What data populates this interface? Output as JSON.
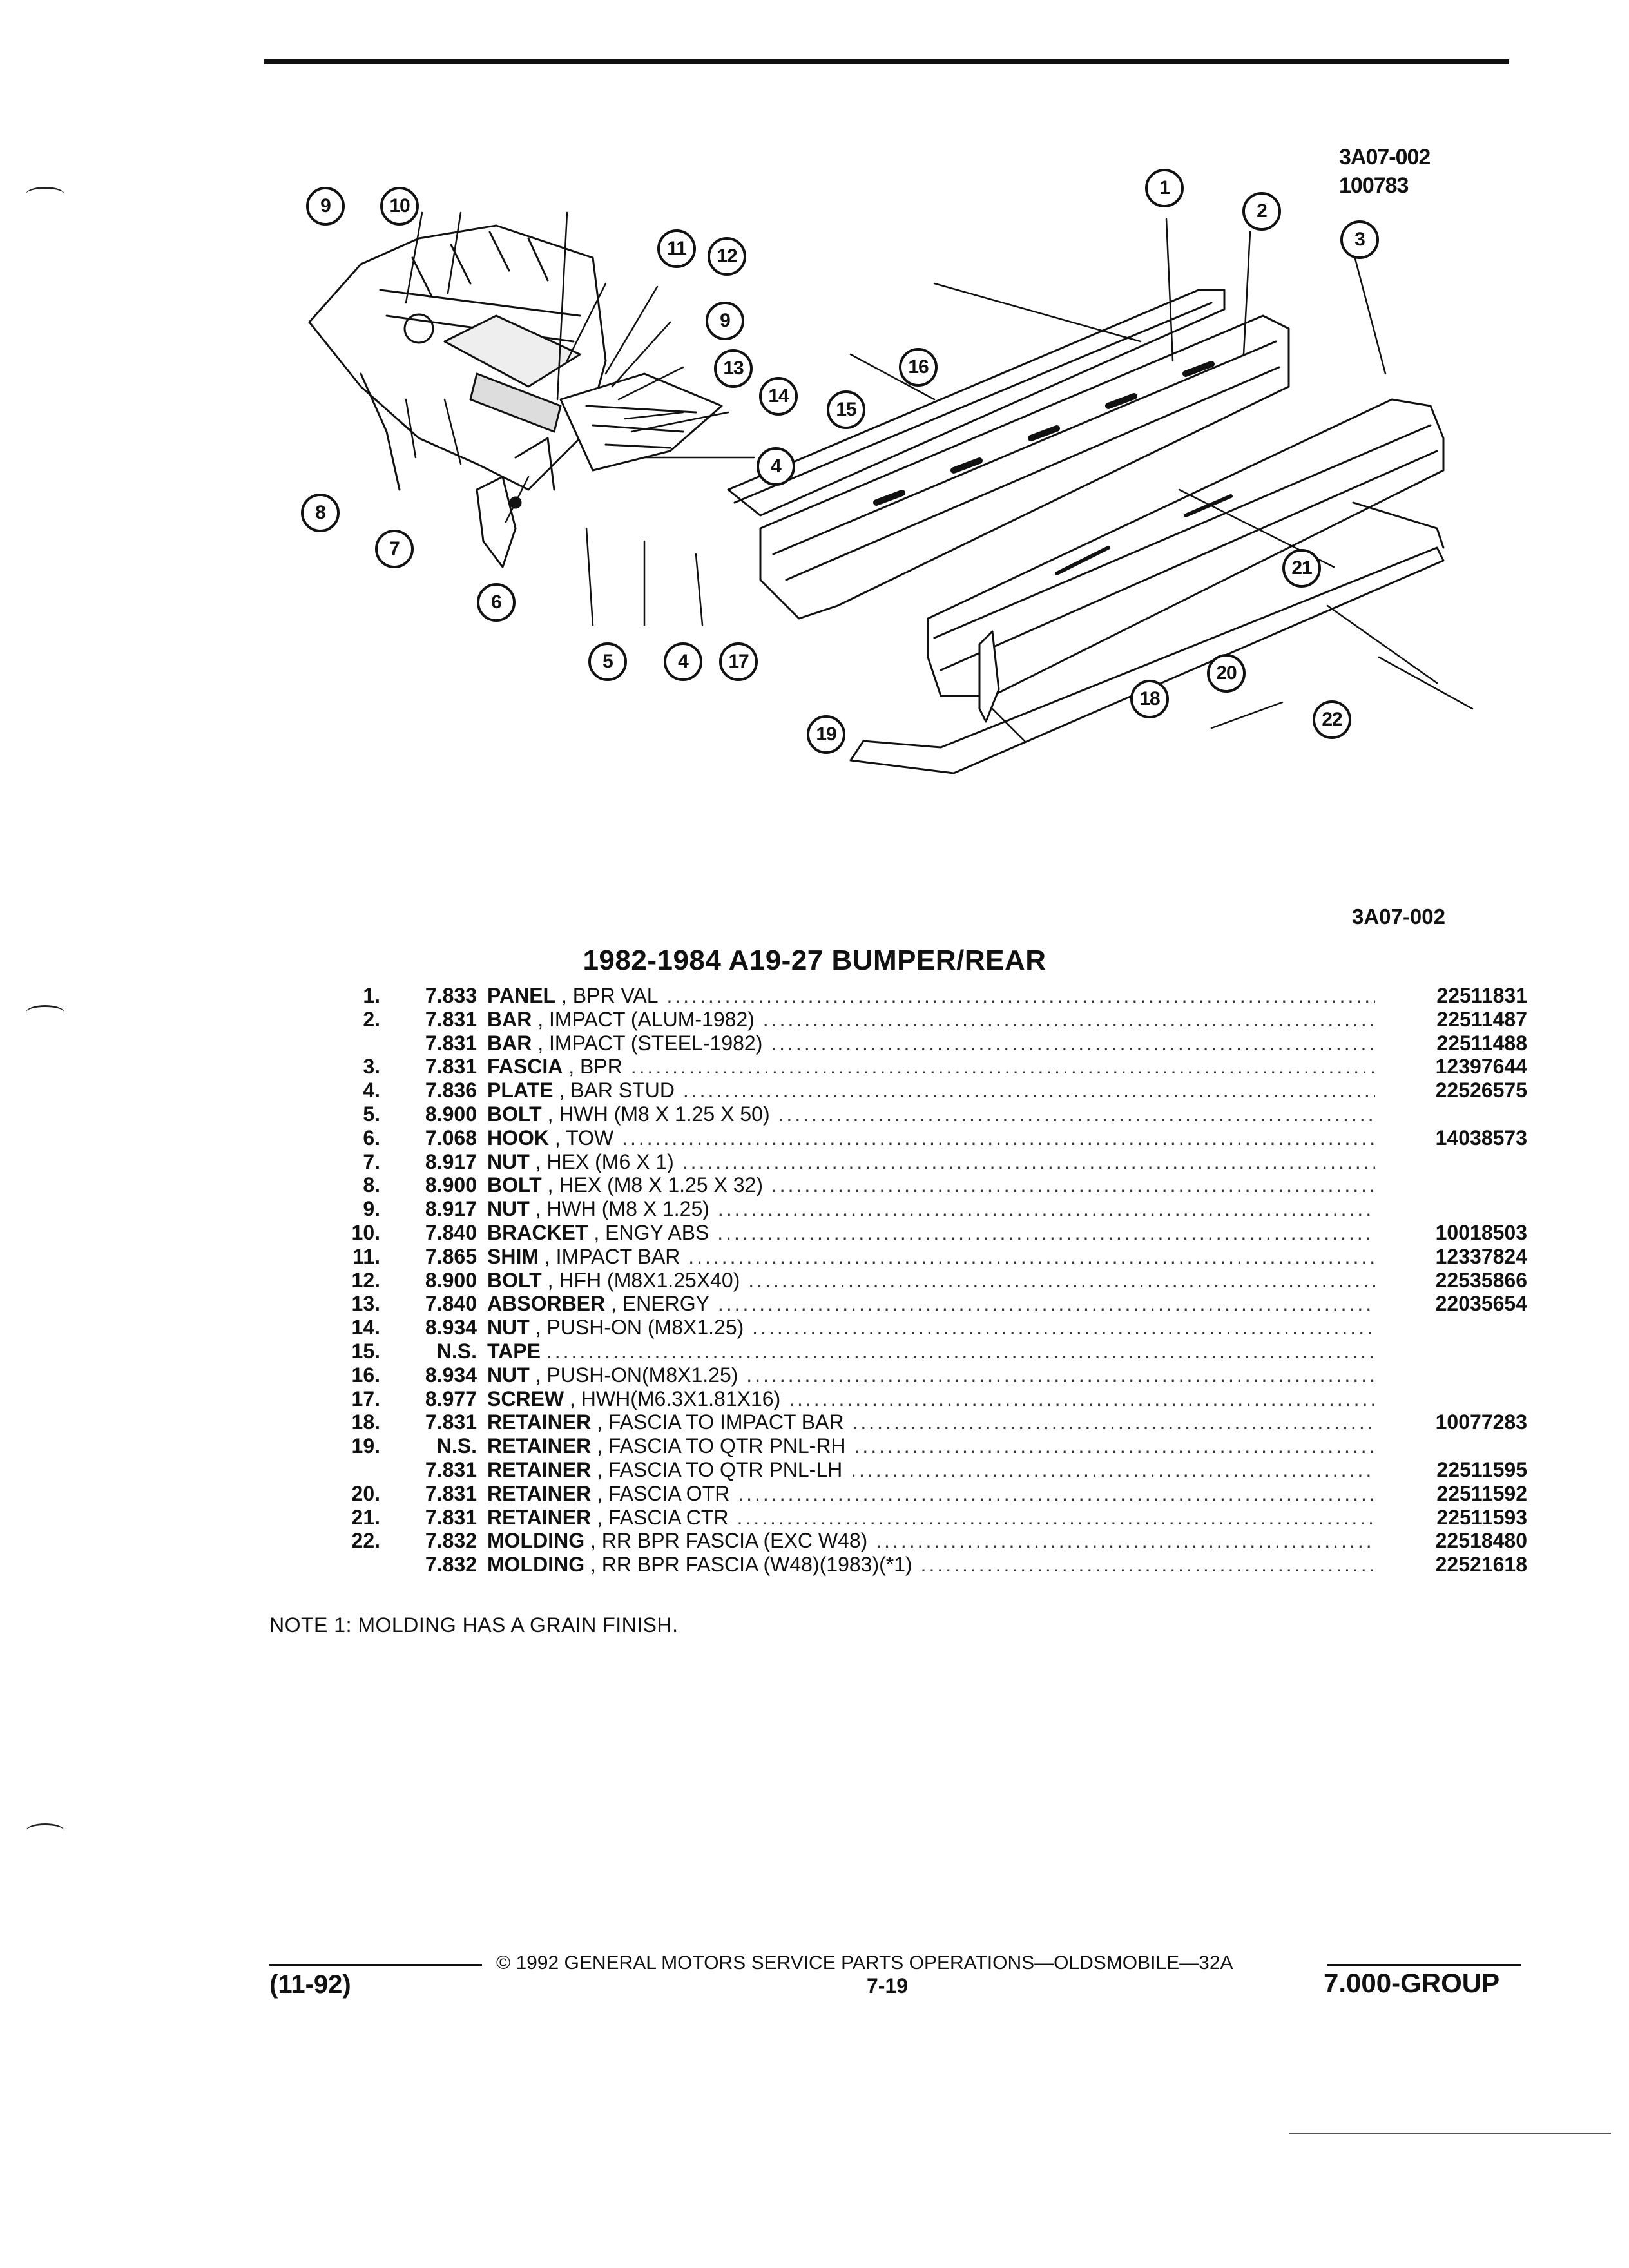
{
  "ref_top": [
    "3A07-002",
    "100783"
  ],
  "ref_bottom": "3A07-002",
  "callouts": [
    "1",
    "2",
    "3",
    "4",
    "4",
    "5",
    "6",
    "7",
    "8",
    "9",
    "9",
    "10",
    "11",
    "12",
    "13",
    "14",
    "15",
    "16",
    "17",
    "18",
    "19",
    "20",
    "21",
    "22"
  ],
  "title": "1982-1984 A19-27 BUMPER/REAR",
  "parts": [
    {
      "num": "1.",
      "grp": "7.833",
      "name": "PANEL",
      "desc": ", BPR VAL",
      "pn": "22511831"
    },
    {
      "num": "2.",
      "grp": "7.831",
      "name": "BAR",
      "desc": ", IMPACT (ALUM-1982)",
      "pn": "22511487"
    },
    {
      "num": "",
      "grp": "7.831",
      "name": "BAR",
      "desc": ", IMPACT (STEEL-1982)",
      "pn": "22511488"
    },
    {
      "num": "3.",
      "grp": "7.831",
      "name": "FASCIA",
      "desc": ", BPR",
      "pn": "12397644"
    },
    {
      "num": "4.",
      "grp": "7.836",
      "name": "PLATE",
      "desc": ", BAR STUD",
      "pn": "22526575"
    },
    {
      "num": "5.",
      "grp": "8.900",
      "name": "BOLT",
      "desc": ", HWH (M8 X 1.25 X 50)",
      "pn": ""
    },
    {
      "num": "6.",
      "grp": "7.068",
      "name": "HOOK",
      "desc": ", TOW",
      "pn": "14038573"
    },
    {
      "num": "7.",
      "grp": "8.917",
      "name": "NUT",
      "desc": ", HEX (M6 X 1)",
      "pn": ""
    },
    {
      "num": "8.",
      "grp": "8.900",
      "name": "BOLT",
      "desc": ", HEX (M8 X 1.25 X 32)",
      "pn": ""
    },
    {
      "num": "9.",
      "grp": "8.917",
      "name": "NUT",
      "desc": ", HWH (M8 X 1.25)",
      "pn": ""
    },
    {
      "num": "10.",
      "grp": "7.840",
      "name": "BRACKET",
      "desc": ", ENGY ABS",
      "pn": "10018503"
    },
    {
      "num": "11.",
      "grp": "7.865",
      "name": "SHIM",
      "desc": ", IMPACT BAR",
      "pn": "12337824"
    },
    {
      "num": "12.",
      "grp": "8.900",
      "name": "BOLT",
      "desc": ", HFH (M8X1.25X40)",
      "pn": "22535866"
    },
    {
      "num": "13.",
      "grp": "7.840",
      "name": "ABSORBER",
      "desc": ", ENERGY",
      "pn": "22035654"
    },
    {
      "num": "14.",
      "grp": "8.934",
      "name": "NUT",
      "desc": ", PUSH-ON (M8X1.25)",
      "pn": ""
    },
    {
      "num": "15.",
      "grp": "N.S.",
      "name": "TAPE",
      "desc": "",
      "pn": ""
    },
    {
      "num": "16.",
      "grp": "8.934",
      "name": "NUT",
      "desc": ", PUSH-ON(M8X1.25)",
      "pn": ""
    },
    {
      "num": "17.",
      "grp": "8.977",
      "name": "SCREW",
      "desc": ", HWH(M6.3X1.81X16)",
      "pn": ""
    },
    {
      "num": "18.",
      "grp": "7.831",
      "name": "RETAINER",
      "desc": ", FASCIA TO IMPACT BAR",
      "pn": "10077283"
    },
    {
      "num": "19.",
      "grp": "N.S.",
      "name": "RETAINER",
      "desc": ", FASCIA TO QTR PNL-RH",
      "pn": ""
    },
    {
      "num": "",
      "grp": "7.831",
      "name": "RETAINER",
      "desc": ", FASCIA TO QTR PNL-LH",
      "pn": "22511595"
    },
    {
      "num": "20.",
      "grp": "7.831",
      "name": "RETAINER",
      "desc": ", FASCIA OTR",
      "pn": "22511592"
    },
    {
      "num": "21.",
      "grp": "7.831",
      "name": "RETAINER",
      "desc": ", FASCIA CTR",
      "pn": "22511593"
    },
    {
      "num": "22.",
      "grp": "7.832",
      "name": "MOLDING",
      "desc": ", RR BPR FASCIA (EXC W48)",
      "pn": "22518480"
    },
    {
      "num": "",
      "grp": "7.832",
      "name": "MOLDING",
      "desc": ", RR BPR FASCIA (W48)(1983)(*1)",
      "pn": "22521618"
    }
  ],
  "note": "NOTE  1:  MOLDING HAS A GRAIN FINISH.",
  "footer": {
    "copyright": "© 1992 GENERAL MOTORS SERVICE PARTS OPERATIONS—OLDSMOBILE—32A",
    "date": "(11-92)",
    "page": "7-19",
    "group": "7.000-GROUP"
  }
}
